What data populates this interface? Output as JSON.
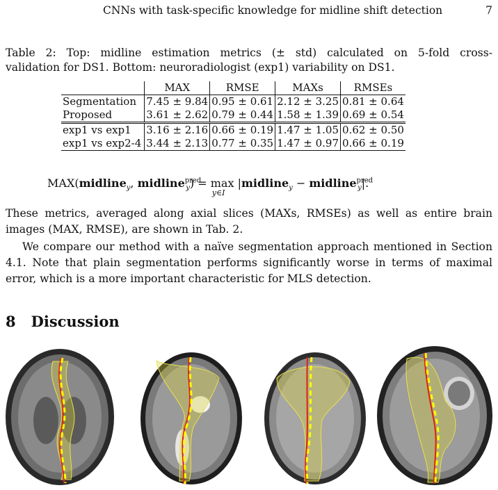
{
  "header": {
    "running_title": "CNNs with task-specific knowledge for midline shift detection",
    "page_number": "7"
  },
  "caption": {
    "line1": "Table 2:  Top: midline estimation metrics (± std) calculated on 5-fold cross-",
    "line2": "validation for DS1. Bottom: neuroradiologist (exp1) variability on DS1."
  },
  "table": {
    "headers": [
      "MAX",
      "RMSE",
      "MAXs",
      "RMSEs"
    ],
    "rows": [
      {
        "label": "Segmentation",
        "values": [
          "7.45 ± 9.84",
          "0.95 ± 0.61",
          "2.12 ± 3.25",
          "0.81 ± 0.64"
        ]
      },
      {
        "label": "Proposed",
        "values": [
          "3.61 ± 2.62",
          "0.79 ± 0.44",
          "1.58 ± 1.39",
          "0.69 ± 0.54"
        ]
      },
      {
        "label": "exp1 vs exp1",
        "values": [
          "3.16 ± 2.16",
          "0.66 ± 0.19",
          "1.47 ± 1.05",
          "0.62 ± 0.50"
        ]
      },
      {
        "label": "exp1 vs exp2-4",
        "values": [
          "3.44 ± 2.13",
          "0.77 ± 0.35",
          "1.47 ± 0.97",
          "0.66 ± 0.19"
        ]
      }
    ]
  },
  "equation": {
    "max_label": "MAX",
    "midline": "midline",
    "sub_y": "y",
    "sup_pred": "pred",
    "max_op": "max",
    "max_sub": "y∈I"
  },
  "body": {
    "para1": "These metrics, averaged along axial slices (MAXs, RMSEs) as well as entire brain images (MAX, RMSE), are shown in Tab. 2.",
    "para2": "We compare our method with a naïve segmentation approach mentioned in Section 4.1. Note that plain segmentation performs significantly worse in terms of maximal error, which is a more important characteristic for MLS detection."
  },
  "section": {
    "number": "8",
    "title": "Discussion"
  },
  "colors": {
    "prediction_curve": "#ffff00",
    "ground_truth_curve": "#e02010",
    "uncertainty_region": "#d8d030"
  }
}
